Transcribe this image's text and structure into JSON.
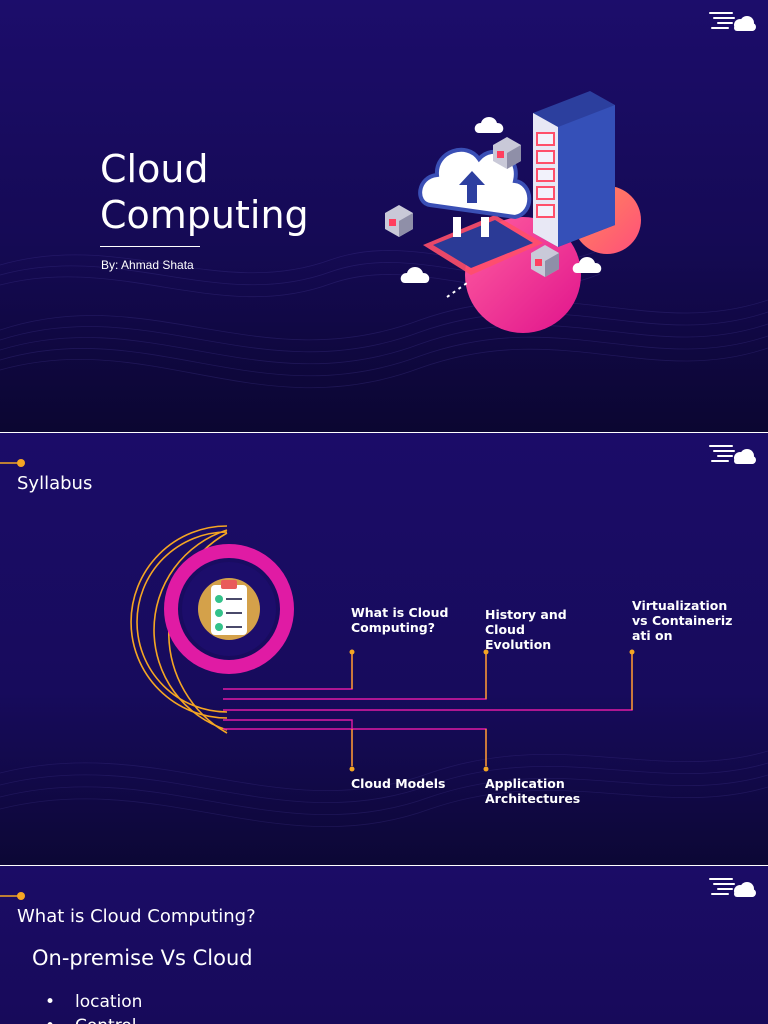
{
  "slides": [
    {
      "title_line1": "Cloud",
      "title_line2": "Computing",
      "author": "By: Ahmad Shata",
      "icons": [
        "cloud-logo-icon",
        "server-rack-icon",
        "upload-cloud-icon",
        "small-cloud-icon"
      ]
    },
    {
      "heading": "Syllabus",
      "topics": [
        {
          "label": "What is Cloud Computing?"
        },
        {
          "label": "History and Cloud Evolution"
        },
        {
          "label": "Virtualization vs Containerizati on"
        },
        {
          "label": "Cloud Models"
        },
        {
          "label": "Application Architectures"
        }
      ],
      "icons": [
        "cloud-logo-icon",
        "clipboard-checklist-icon"
      ]
    },
    {
      "heading": "What is Cloud Computing?",
      "subheading": "On-premise Vs Cloud",
      "bullets": [
        "location",
        "Control"
      ]
    }
  ],
  "colors": {
    "background": "#1a0c63",
    "accent_orange": "#f5a623",
    "accent_magenta": "#e01ba4",
    "accent_pink": "#ff4f8a",
    "text": "#ffffff"
  }
}
